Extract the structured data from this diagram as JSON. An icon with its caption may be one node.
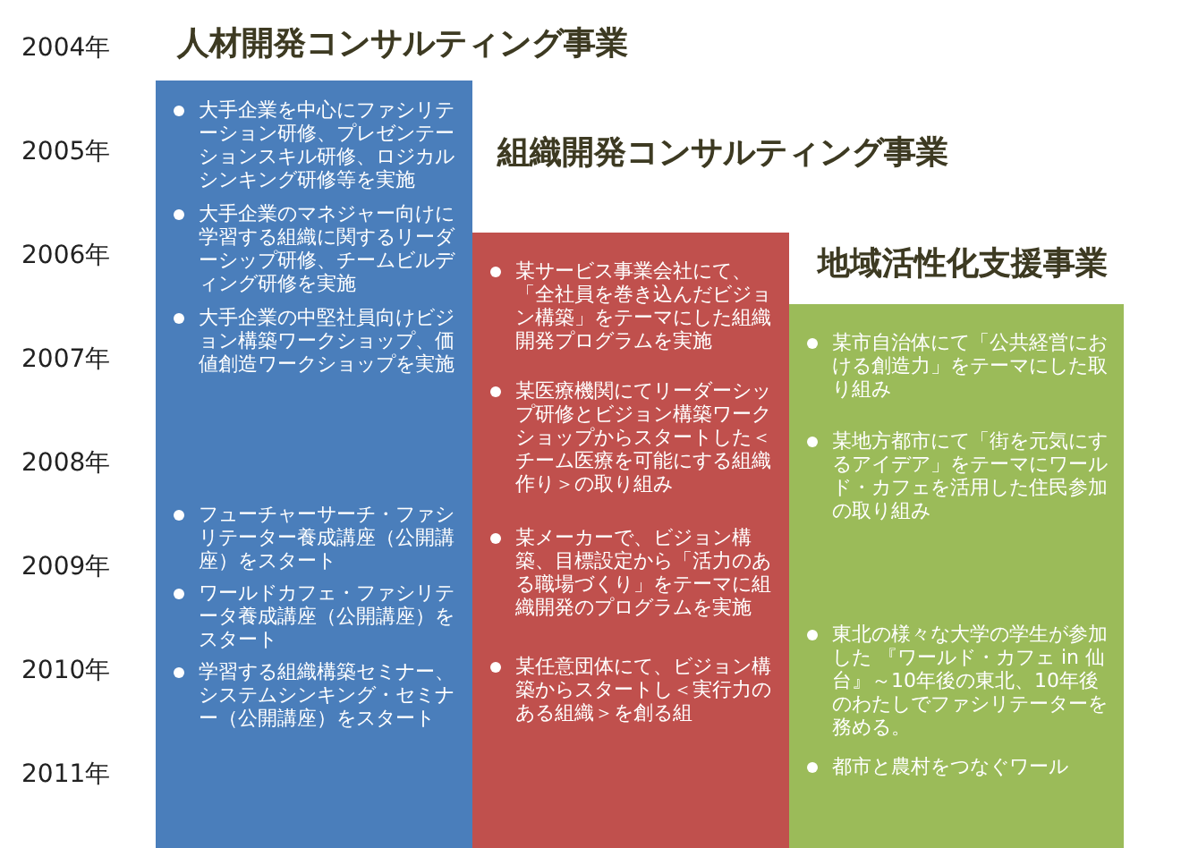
{
  "diagram": {
    "nodes": [
      {
        "text": [
          "人材開発コンサルティング事業",
          "大手企業を中心にファシリテーション研修、プレゼンテーションスキル研修、ロジカルシンキング研修等を実施",
          "大手企業のマネジャー向けに学習する組織に関するリーダーシップ研修、チームビルディング研修を実施",
          "大手企業の中堅社員向けビジョン構築ワークショップ、価値創造ワークショップを実施",
          "フューチャーサーチ・ファシリテーター養成講座（公開講座）をスタート",
          "ワールドカフェ・ファシリテータ養成講座（公開講座）をスタート",
          "学習する組織構築セミナー、システムシンキング・セミナー（公開講座）をスタート"
        ]
      },
      {
        "text": [
          "組織開発コンサルティング事業",
          "某サービス事業会社にて、「全社員を巻き込んだビジョン構築」をテーマにした組織開発プログラムを実施",
          "某医療機関にてリーダーシップ研修とビジョン構築ワークショップからスタートした＜チーム医療を可能にする組織作り＞の取り組み",
          "某メーカーで、ビジョン構築、目標設定から「活力のある職場づくり」をテーマに組織開発のプログラムを実施",
          "某任意団体にて、ビジョン構築からスタートし＜実行力のある組織＞を創る組"
        ]
      },
      {
        "text": [
          "地域活性化支援事業",
          "某市自治体にて「公共経営における創造力」をテーマにした取り組み",
          "某地方都市にて「街を元気にするアイデア」をテーマにワールド・カフェを活用した住民参加の取り組み",
          "東北の様々な大学の学生が参加した 『ワールド・カフェ in 仙台』～10年後の東北、10年後のわたしでファシリテーターを務める。",
          "都市と農村をつなぐワール"
        ]
      }
    ],
    "labels": [
      "2004年",
      "2005年",
      "2006年",
      "2007年",
      "2008年",
      "2009年",
      "2010年",
      "2011年"
    ]
  }
}
